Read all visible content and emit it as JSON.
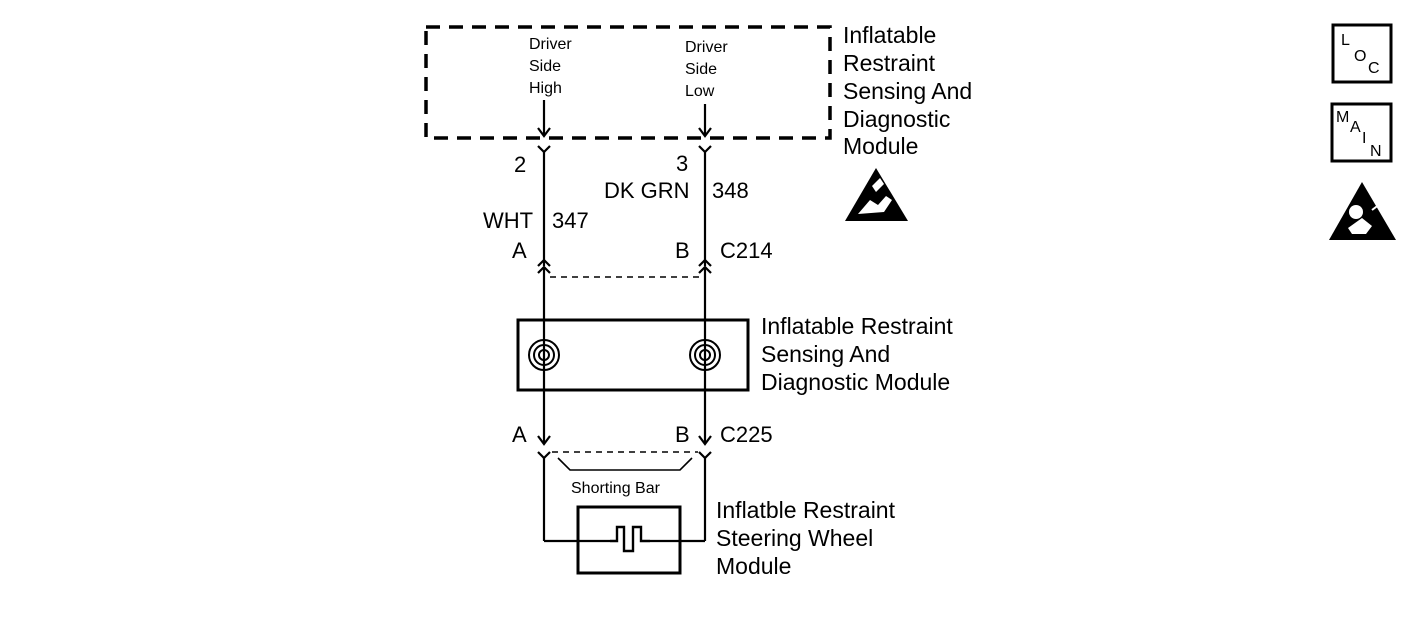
{
  "module_top": {
    "title_lines": [
      "Inflatable",
      "Restraint",
      "Sensing And",
      "Diagnostic",
      "Module"
    ],
    "pin_left_label": [
      "Driver",
      "Side",
      "High"
    ],
    "pin_right_label": [
      "Driver",
      "Side",
      "Low"
    ]
  },
  "wires": {
    "left": {
      "pin": "2",
      "color": "WHT",
      "circuit": "347"
    },
    "right": {
      "pin": "3",
      "color": "DK GRN",
      "circuit": "348"
    }
  },
  "connector_c214": {
    "left_pin": "A",
    "right_pin": "B",
    "name": "C214"
  },
  "coil_module": {
    "title_lines": [
      "Inflatable Restraint",
      "Sensing And",
      "Diagnostic Module"
    ]
  },
  "connector_c225": {
    "left_pin": "A",
    "right_pin": "B",
    "name": "C225",
    "shorting_bar_label": "Shorting Bar"
  },
  "steering_module": {
    "title_lines": [
      "Inflatble Restraint",
      "Steering Wheel",
      "Module"
    ]
  },
  "icons": {
    "loc": {
      "letters": [
        "L",
        "O",
        "C"
      ],
      "icon": "location-icon"
    },
    "main": {
      "letters": [
        "M",
        "A",
        "I",
        "N"
      ],
      "icon": "main-icon"
    },
    "esd": "esd-warning-icon",
    "airbag": "airbag-warning-icon"
  }
}
